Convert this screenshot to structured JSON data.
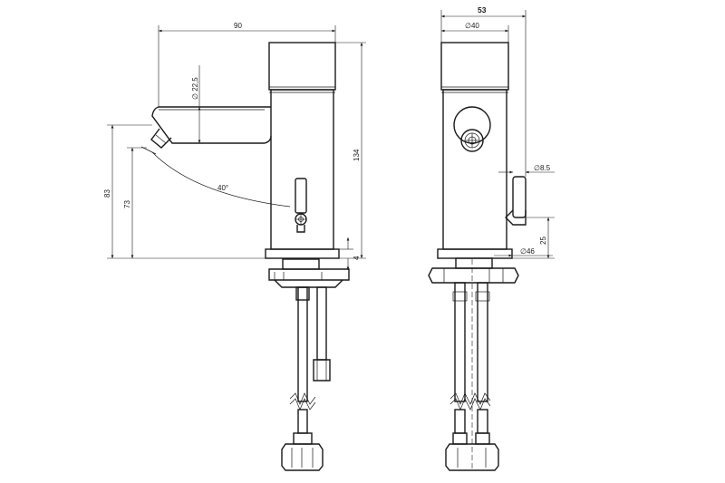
{
  "side_view": {
    "dim_width": "90",
    "dim_spout_dia": "∅ 22,5",
    "dim_total_height": "134",
    "dim_spout_height": "83",
    "dim_outlet_height": "73",
    "dim_angle": "40°",
    "dim_base": "4"
  },
  "front_view": {
    "dim_width": "53",
    "dim_body_dia": "∅40",
    "dim_lever_dia": "∅8.5",
    "dim_lever_height": "25",
    "dim_base_dia": "∅46"
  }
}
